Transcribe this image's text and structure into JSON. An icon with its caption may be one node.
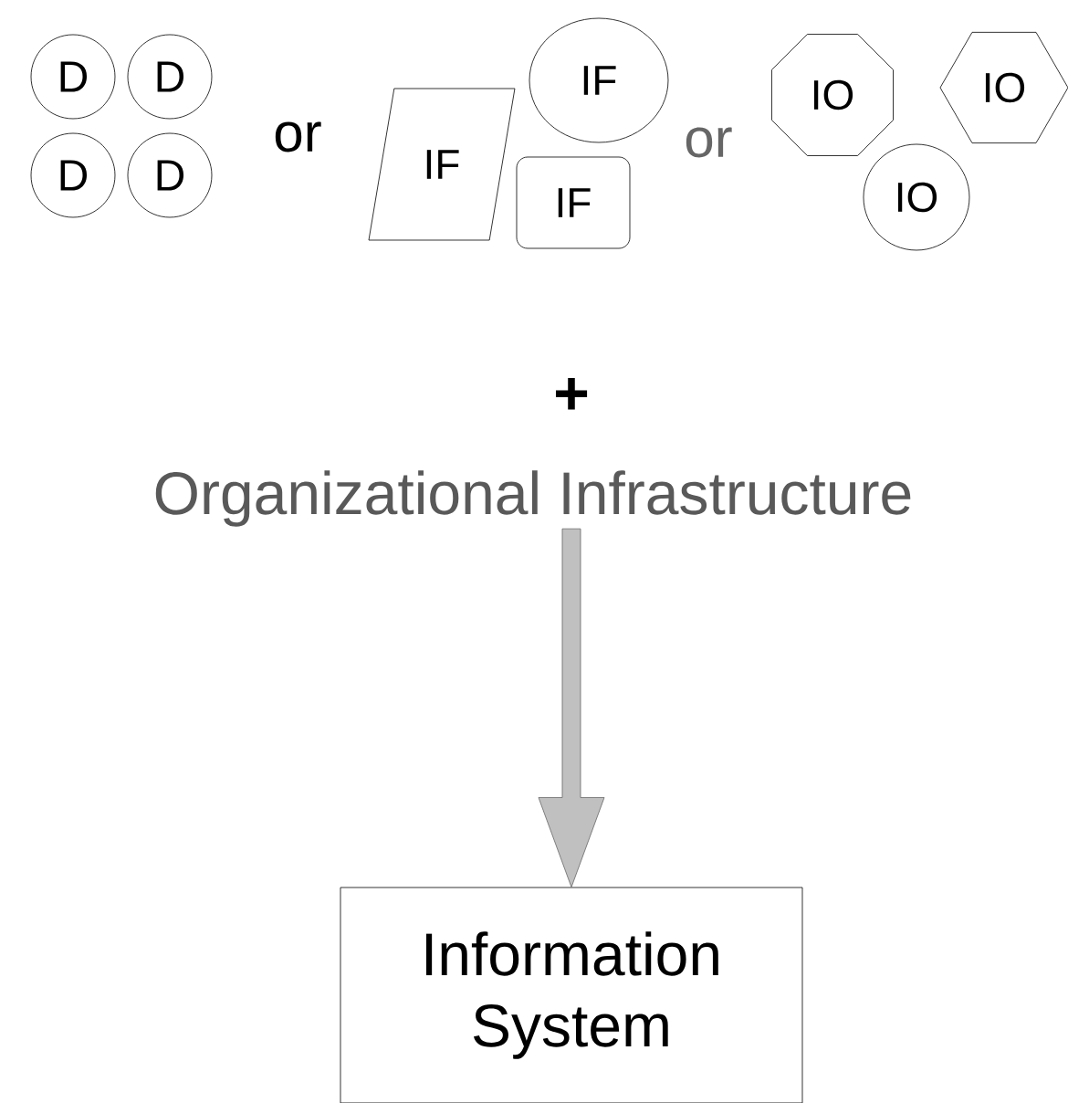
{
  "diagram": {
    "nodes": [
      {
        "text": [
          "D"
        ]
      },
      {
        "text": [
          "D"
        ]
      },
      {
        "text": [
          "D"
        ]
      },
      {
        "text": [
          "D"
        ]
      },
      {
        "text": [
          "IF"
        ]
      },
      {
        "text": [
          "IF"
        ]
      },
      {
        "text": [
          "IF"
        ]
      },
      {
        "text": [
          "IO"
        ]
      },
      {
        "text": [
          "IO"
        ]
      },
      {
        "text": [
          "IO"
        ]
      },
      {
        "text": [
          "Organizational Infrastructure"
        ]
      },
      {
        "text": [
          "Information System"
        ]
      }
    ],
    "edges": [
      {
        "from": 10,
        "to": 11,
        "arrow": "to",
        "color": "#c0c0c0"
      }
    ],
    "labels": [
      "or",
      "or",
      "+"
    ]
  }
}
